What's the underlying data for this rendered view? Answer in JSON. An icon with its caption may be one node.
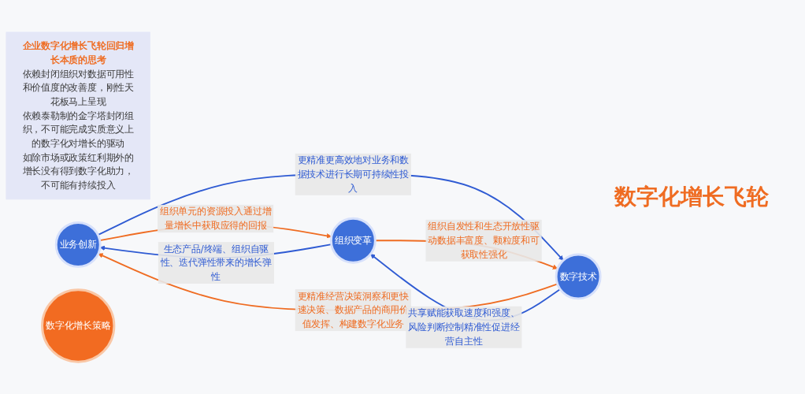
{
  "diagram": {
    "title": "数字化增长飞轮",
    "nodes": [
      {
        "text": [
          "企业数字化增长飞轮回归增长本质的思考",
          "依赖封闭组织对数据可用性和价值度的改善度，刚性天花板马上呈现",
          "依赖泰勒制的金字塔封闭组织，不可能完成实质意义上的数字化对增长的驱动",
          "如除市场或政策红利期外的增长没有得到数字化助力，不可能有持续投入"
        ]
      },
      {
        "text": [
          "业务创新"
        ]
      },
      {
        "text": [
          "数字化增长策略"
        ]
      },
      {
        "text": [
          "组织变革"
        ]
      },
      {
        "text": [
          "数字技术"
        ]
      }
    ],
    "edges": [
      {
        "from": 1,
        "to": 3,
        "arrow": "to",
        "label": "组织单元的资源投入通过增量增长中获取应得的回报",
        "color": "#ef6c22"
      },
      {
        "from": 3,
        "to": 1,
        "arrow": "to",
        "label": "生态产品/终端、组织自驱性、迭代弹性带来的增长弹性",
        "color": "#2f5bd3"
      },
      {
        "from": 4,
        "to": 1,
        "arrow": "to",
        "label": "更精准经营决策洞察和更快速决策、数据产品的商用价值发挥、构建数字化业务",
        "color": "#ef6c22"
      },
      {
        "from": 1,
        "to": 4,
        "arrow": "to",
        "label": "更精准更高效地对业务和数据技术进行长期可持续性投入",
        "color": "#2f5bd3"
      },
      {
        "from": 4,
        "to": 3,
        "arrow": "to",
        "label": "共享赋能获取速度和强度、风险判断控制精准性促进经营自主性",
        "color": "#2f5bd3"
      },
      {
        "from": 3,
        "to": 4,
        "arrow": "to",
        "label": "组织自发性和生态开放性驱动数据丰富度、颗粒度和可获取性强化",
        "color": "#ef6c22"
      }
    ]
  }
}
